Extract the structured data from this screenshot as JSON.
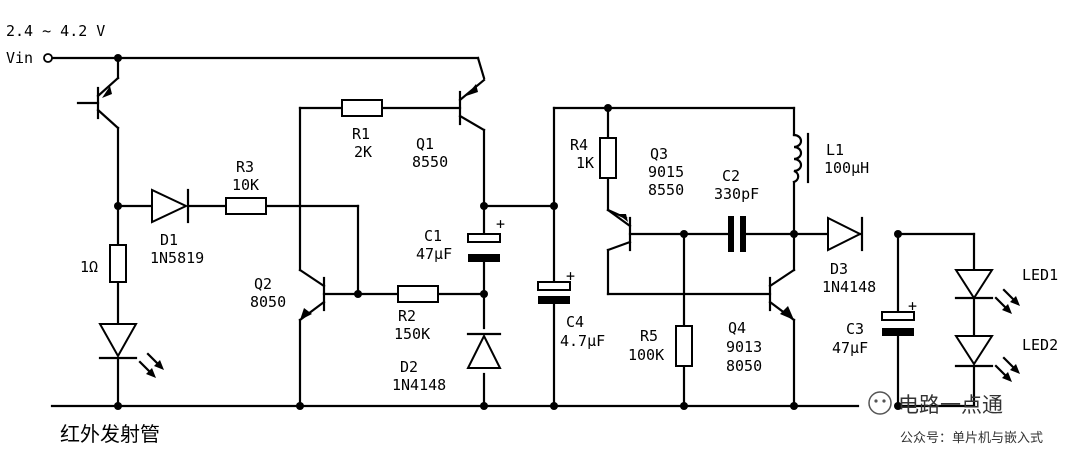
{
  "supply": {
    "voltage": "2.4 ~ 4.2 V",
    "input": "Vin"
  },
  "components": {
    "R1": {
      "name": "R1",
      "value": "2K"
    },
    "R2": {
      "name": "R2",
      "value": "150K"
    },
    "R3": {
      "name": "R3",
      "value": "10K"
    },
    "R4": {
      "name": "R4",
      "value": "1K"
    },
    "R5": {
      "name": "R5",
      "value": "100K"
    },
    "R6": {
      "value": "1Ω"
    },
    "C1": {
      "name": "C1",
      "value": "47μF"
    },
    "C2": {
      "name": "C2",
      "value": "330pF"
    },
    "C3": {
      "name": "C3",
      "value": "47μF"
    },
    "C4": {
      "name": "C4",
      "value": "4.7μF"
    },
    "D1": {
      "name": "D1",
      "value": "1N5819"
    },
    "D2": {
      "name": "D2",
      "value": "1N4148"
    },
    "D3": {
      "name": "D3",
      "value": "1N4148"
    },
    "Q1": {
      "name": "Q1",
      "value": "8550"
    },
    "Q2": {
      "name": "Q2",
      "value": "8050"
    },
    "Q3": {
      "name": "Q3",
      "value1": "9015",
      "value2": "8550"
    },
    "Q4": {
      "name": "Q4",
      "value1": "9013",
      "value2": "8050"
    },
    "L1": {
      "name": "L1",
      "value": "100μH"
    },
    "LED1": {
      "name": "LED1"
    },
    "LED2": {
      "name": "LED2"
    }
  },
  "labels": {
    "ir_tube": "红外发射管",
    "plus": "+"
  },
  "watermark": {
    "brand": "电路一点通",
    "account": "公众号：单片机与嵌入式"
  }
}
